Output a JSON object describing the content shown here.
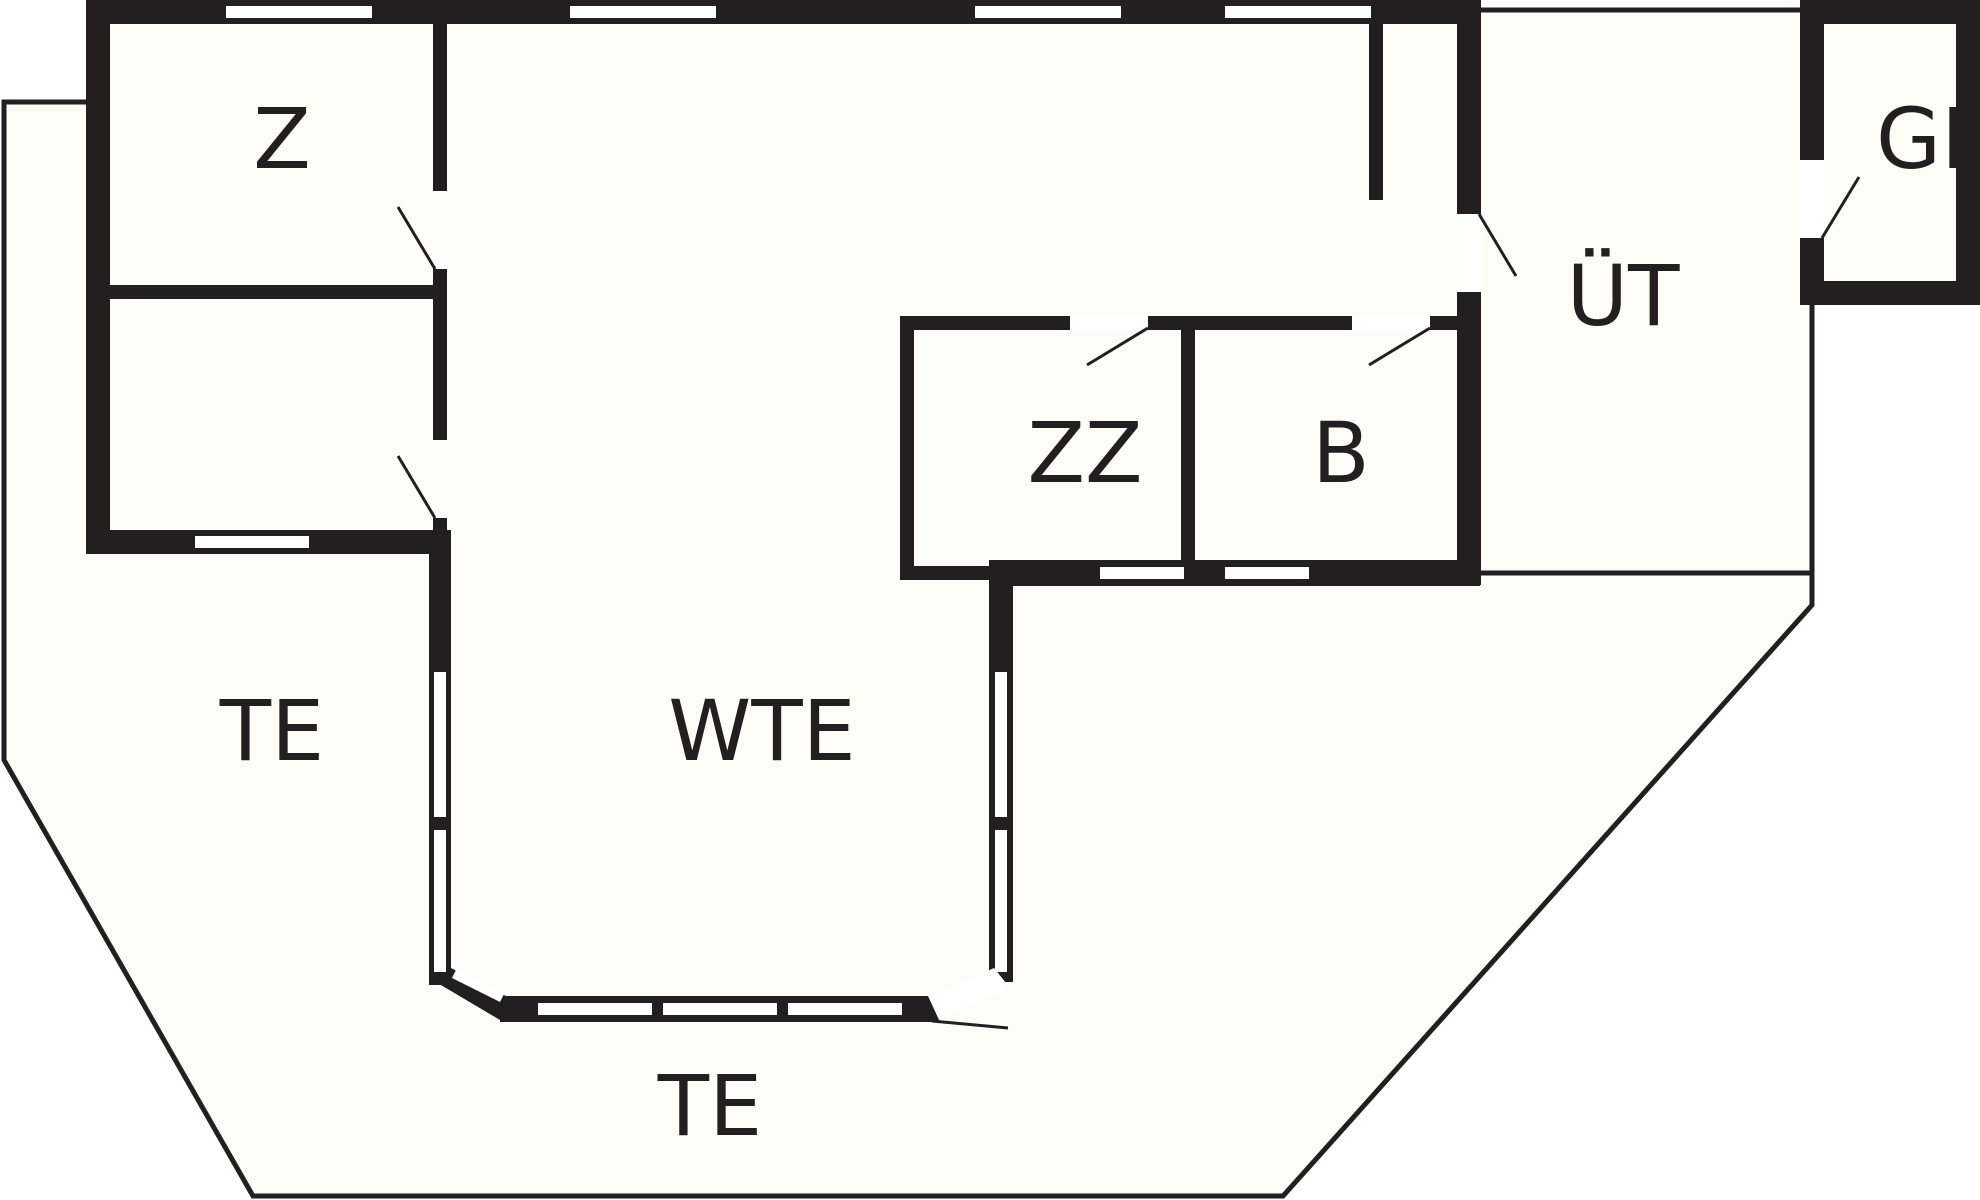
{
  "rooms": {
    "z": "Z",
    "zz": "ZZ",
    "b": "B",
    "ut": "ÜT",
    "ge": "GE",
    "wte": "WTE",
    "te_west": "TE",
    "te_south": "TE"
  },
  "colors": {
    "wall": "#231f20",
    "floor": "#fdfdf7",
    "window": "#ffffff"
  }
}
